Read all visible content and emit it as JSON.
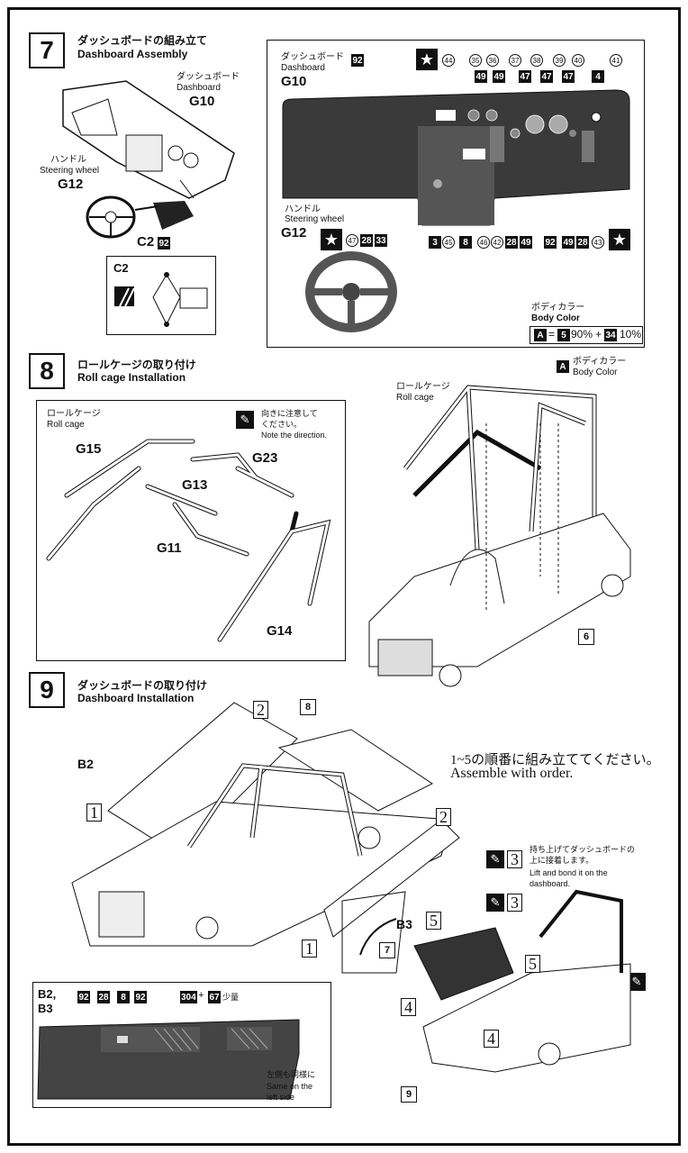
{
  "step7": {
    "number": "7",
    "title_jp": "ダッシュボードの組み立て",
    "title_en": "Dashboard Assembly",
    "left": {
      "dash_jp": "ダッシュボード",
      "dash_en": "Dashboard",
      "dash_part": "G10",
      "wheel_jp": "ハンドル",
      "wheel_en": "Steering wheel",
      "wheel_part": "G12",
      "c2": "C2",
      "c2_color": "92",
      "detail_label": "C2"
    },
    "right": {
      "dash_jp": "ダッシュボード",
      "dash_en": "Dashboard",
      "dash_color": "92",
      "dash_part": "G10",
      "decal_numbers": [
        "44",
        "35",
        "36",
        "37",
        "38",
        "39",
        "40",
        "41"
      ],
      "top_colors": [
        "49",
        "49",
        "47",
        "47",
        "47",
        "4"
      ],
      "bottom_colors": [
        "3",
        "8",
        "28",
        "49",
        "92",
        "49",
        "28"
      ],
      "bottom_decals": [
        "45",
        "46",
        "42",
        "43"
      ],
      "wheel_jp": "ハンドル",
      "wheel_en": "Steering wheel",
      "wheel_part": "G12",
      "wheel_decal": "47",
      "wheel_colors": [
        "28",
        "33"
      ]
    },
    "body_color": {
      "jp": "ボディカラー",
      "en": "Body Color",
      "letter": "A",
      "eq": "=",
      "c1": "5",
      "p1": "90%",
      "plus": "+",
      "c2": "34",
      "p2": "10%"
    }
  },
  "step8": {
    "number": "8",
    "title_jp": "ロールケージの取り付け",
    "title_en": "Roll cage Installation",
    "left": {
      "rc_jp": "ロールケージ",
      "rc_en": "Roll cage",
      "note_jp1": "向きに注意して",
      "note_jp2": "ください。",
      "note_en": "Note the direction.",
      "parts": [
        "G15",
        "G23",
        "G13",
        "G11",
        "G14"
      ]
    },
    "right": {
      "rc_jp": "ロールケージ",
      "rc_en": "Roll cage",
      "bc_letter": "A",
      "bc_jp": "ボディカラー",
      "bc_en": "Body Color",
      "ref": "6"
    }
  },
  "step9": {
    "number": "9",
    "title_jp": "ダッシュボードの取り付け",
    "title_en": "Dashboard Installation",
    "order_jp": "1~5の順番に組み立ててください。",
    "order_en": "Assemble with order.",
    "labels": {
      "b2": "B2",
      "b3": "B3",
      "ref8": "8",
      "ref7": "7",
      "ref9": "9"
    },
    "seq": [
      "1",
      "2",
      "2",
      "1",
      "3",
      "3",
      "3",
      "4",
      "4",
      "5",
      "5"
    ],
    "lift_jp1": "持ち上げてダッシュボードの",
    "lift_jp2": "上に接着します。",
    "lift_en1": "Lift and bond it on the",
    "lift_en2": "dashboard.",
    "door": {
      "label": "B2,\nB3",
      "colors": [
        "92",
        "28",
        "8",
        "92"
      ],
      "mix_a": "304",
      "mix_plus": "+",
      "mix_b": "67",
      "mix_small": "少量",
      "same_jp": "左側も同様に",
      "same_en1": "Same on the",
      "same_en2": "left side"
    }
  }
}
